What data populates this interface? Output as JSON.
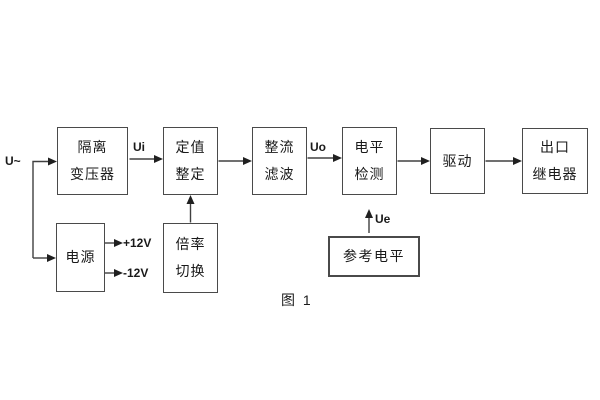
{
  "figure": {
    "caption": "图 1",
    "blocks": {
      "isolation_transformer": {
        "line1": "隔离",
        "line2": "变压器"
      },
      "setting": {
        "line1": "定值",
        "line2": "整定"
      },
      "rectifier_filter": {
        "line1": "整流",
        "line2": "滤波"
      },
      "level_detection": {
        "line1": "电平",
        "line2": "检测"
      },
      "drive": {
        "label": "驱动"
      },
      "output_relay": {
        "line1": "出口",
        "line2": "继电器"
      },
      "power_supply": {
        "label": "电源"
      },
      "ratio_switch": {
        "line1": "倍率",
        "line2": "切换"
      },
      "reference_level": {
        "label": "参考电平"
      }
    },
    "signals": {
      "input": "U~",
      "ui": "Ui",
      "uo": "Uo",
      "ue": "Ue",
      "plus12v": "+12V",
      "minus12v": "-12V"
    },
    "colors": {
      "line": "#404040",
      "border": "#4a4a4a",
      "text": "#1a1a1a",
      "background": "#ffffff"
    }
  }
}
